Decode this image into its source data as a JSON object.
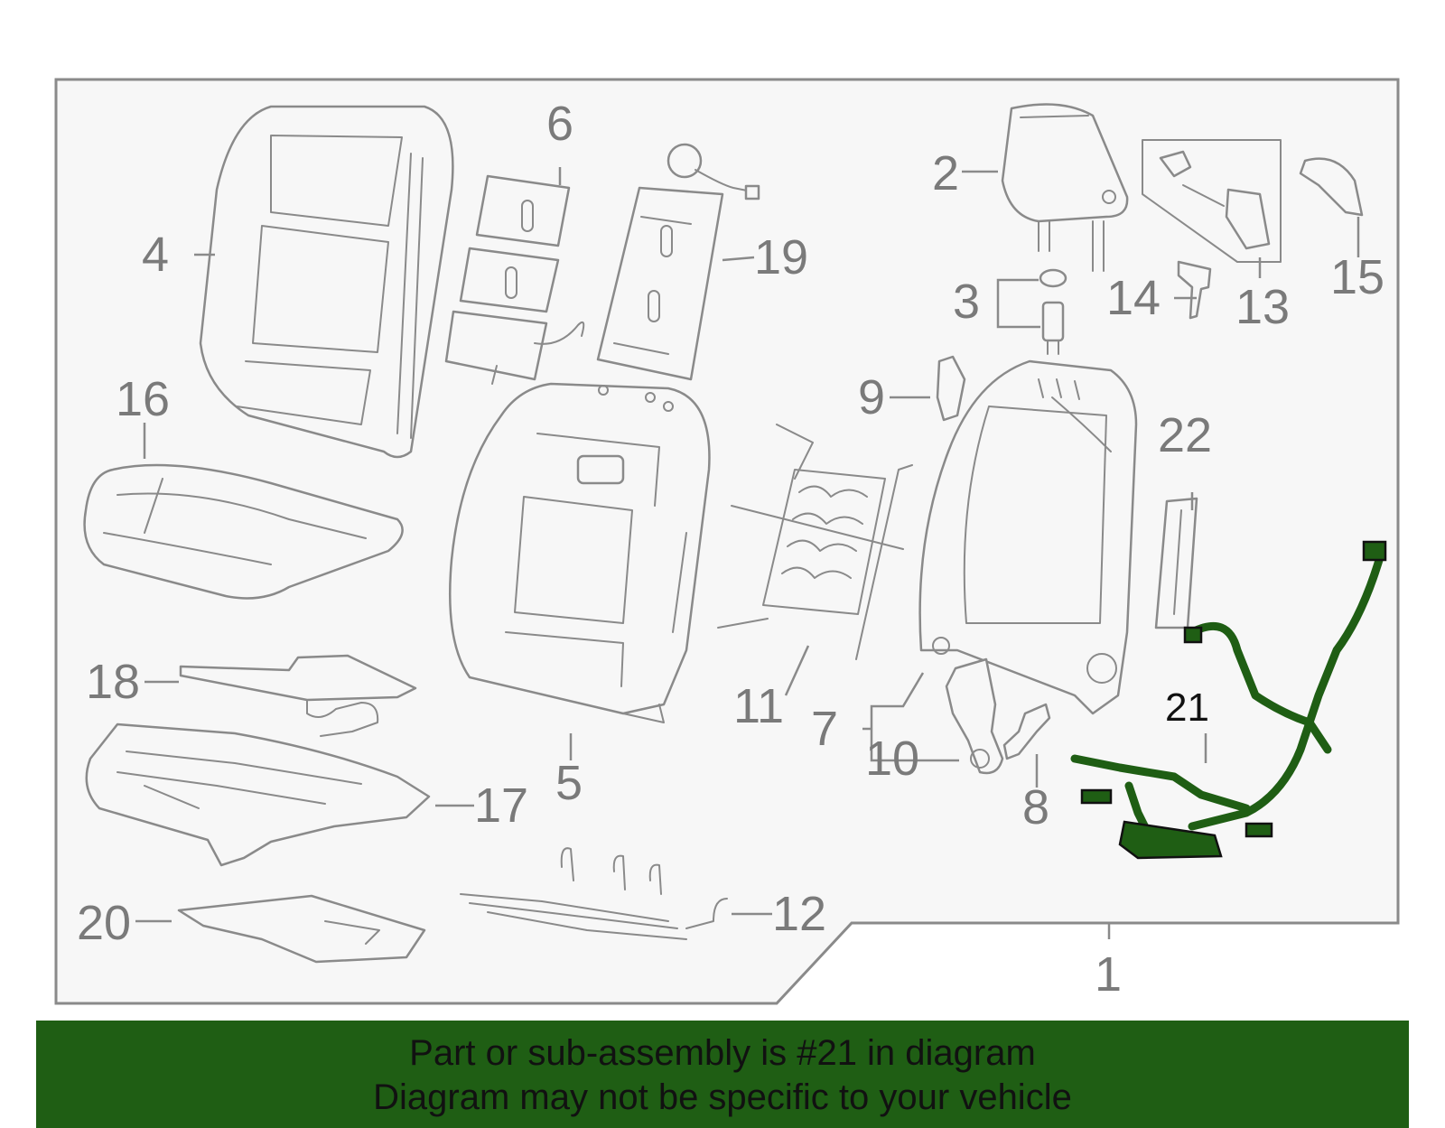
{
  "diagram": {
    "callouts": {
      "c1": "1",
      "c2": "2",
      "c3": "3",
      "c4": "4",
      "c5": "5",
      "c6": "6",
      "c7": "7",
      "c8": "8",
      "c9": "9",
      "c10": "10",
      "c11": "11",
      "c12": "12",
      "c13": "13",
      "c14": "14",
      "c15": "15",
      "c16": "16",
      "c17": "17",
      "c18": "18",
      "c19": "19",
      "c20": "20",
      "c21": "21",
      "c22": "22"
    },
    "highlighted_part": "21",
    "highlight_color": "#1f5e14",
    "line_color": "#8a8a8a"
  },
  "banner": {
    "line1": "Part or sub-assembly is #21 in diagram",
    "line2": "Diagram may not be specific to your vehicle",
    "background": "#1f5e14"
  }
}
